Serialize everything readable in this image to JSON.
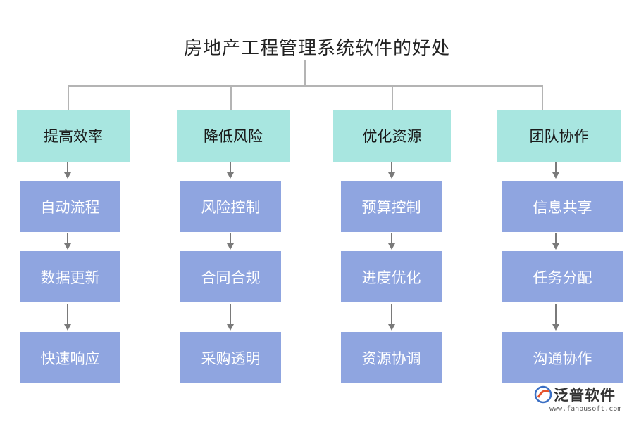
{
  "title": "房地产工程管理系统软件的好处",
  "columns": [
    {
      "category": "提高效率",
      "items": [
        "自动流程",
        "数据更新",
        "快速响应"
      ]
    },
    {
      "category": "降低风险",
      "items": [
        "风险控制",
        "合同合规",
        "采购透明"
      ]
    },
    {
      "category": "优化资源",
      "items": [
        "预算控制",
        "进度优化",
        "资源协调"
      ]
    },
    {
      "category": "团队协作",
      "items": [
        "信息共享",
        "任务分配",
        "沟通协作"
      ]
    }
  ],
  "logo": {
    "name": "泛普软件",
    "url": "www.fanpusoft.com"
  },
  "colors": {
    "category_fill": "#a8e6e0",
    "item_fill": "#8fa5e0",
    "connector": "#b4b4b4",
    "arrow": "#7a7a7a"
  }
}
